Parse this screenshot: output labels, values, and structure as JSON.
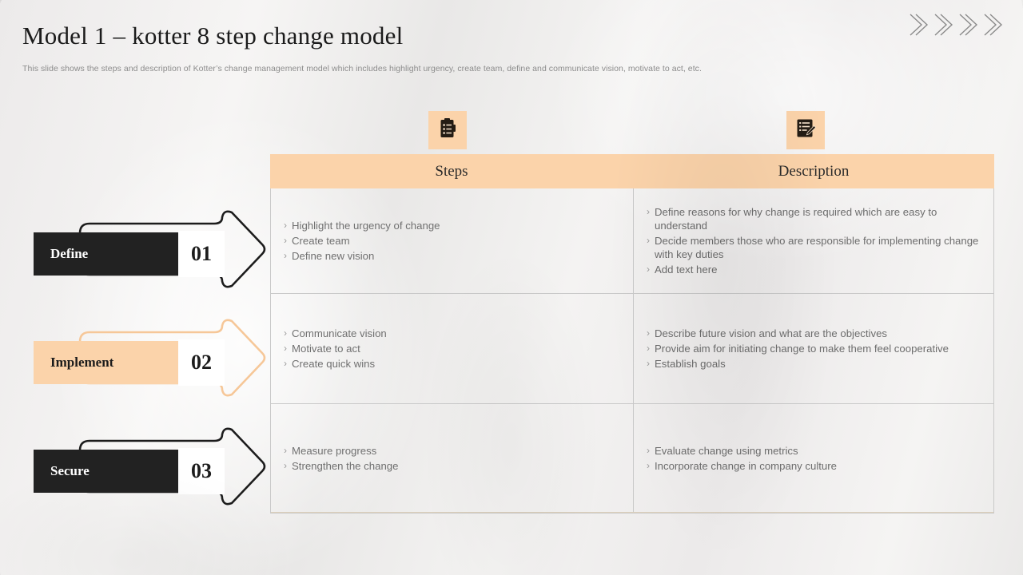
{
  "slide": {
    "title": "Model 1 – kotter 8 step change model",
    "subtitle": "This slide shows the steps and description of Kotter’s change management model which includes highlight urgency, create team, define and communicate vision, motivate to act,  etc.",
    "accent_color": "#FBD3AA",
    "dark_color": "#222222",
    "text_color": "#707070",
    "decor": {
      "chevron_count": 4,
      "chevron_icon": "double-chevron-right-icon"
    }
  },
  "table": {
    "icons": [
      {
        "name": "clipboard-checklist-icon",
        "column": "Steps"
      },
      {
        "name": "notepad-pencil-icon",
        "column": "Description"
      }
    ],
    "headers": {
      "steps": "Steps",
      "description": "Description"
    },
    "rows": [
      {
        "steps": [
          "Highlight the urgency of change",
          "Create team",
          "Define new vision"
        ],
        "description": [
          "Define reasons for why change is required which are easy to understand",
          "Decide members those who are responsible for implementing change with key duties",
          "Add text here"
        ]
      },
      {
        "steps": [
          "Communicate vision",
          "Motivate to act",
          "Create quick wins"
        ],
        "description": [
          "Describe future vision and what are the objectives",
          "Provide aim for initiating change to make them feel cooperative",
          "Establish goals"
        ]
      },
      {
        "steps": [
          "Measure progress",
          "Strengthen the change"
        ],
        "description": [
          "Evaluate change using metrics",
          "Incorporate change in company culture"
        ]
      }
    ]
  },
  "steps_nav": [
    {
      "label": "Define",
      "number": "01",
      "style": "dark"
    },
    {
      "label": "Implement",
      "number": "02",
      "style": "peach"
    },
    {
      "label": "Secure",
      "number": "03",
      "style": "dark"
    }
  ],
  "bullet_glyph": "›"
}
